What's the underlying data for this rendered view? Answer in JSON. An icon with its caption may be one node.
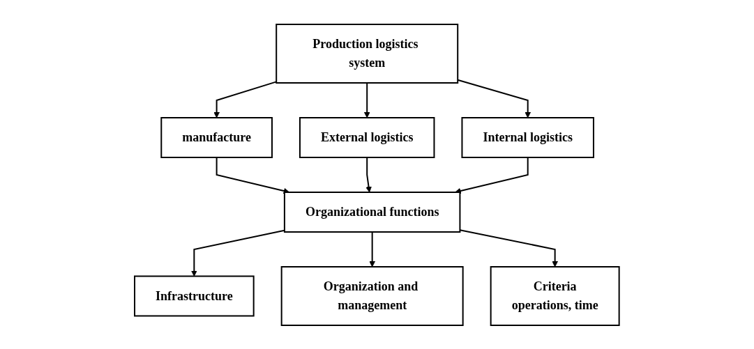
{
  "diagram": {
    "nodes": [
      {
        "text": [
          "Production logistics system"
        ]
      },
      {
        "text": [
          "manufacture"
        ]
      },
      {
        "text": [
          "External logistics"
        ]
      },
      {
        "text": [
          "Internal logistics"
        ]
      },
      {
        "text": [
          "Organizational functions"
        ]
      },
      {
        "text": [
          "Infrastructure"
        ]
      },
      {
        "text": [
          "Organization and management"
        ]
      },
      {
        "text": [
          "Criteria",
          "operations, time"
        ]
      }
    ],
    "edges": [
      {
        "from": 0,
        "to": 1,
        "arrow": "to"
      },
      {
        "from": 0,
        "to": 2,
        "arrow": "to"
      },
      {
        "from": 0,
        "to": 3,
        "arrow": "to"
      },
      {
        "from": 1,
        "to": 4,
        "arrow": "to"
      },
      {
        "from": 2,
        "to": 4,
        "arrow": "to"
      },
      {
        "from": 3,
        "to": 4,
        "arrow": "to"
      },
      {
        "from": 4,
        "to": 5,
        "arrow": "to"
      },
      {
        "from": 4,
        "to": 6,
        "arrow": "to"
      },
      {
        "from": 4,
        "to": 7,
        "arrow": "to"
      }
    ]
  }
}
